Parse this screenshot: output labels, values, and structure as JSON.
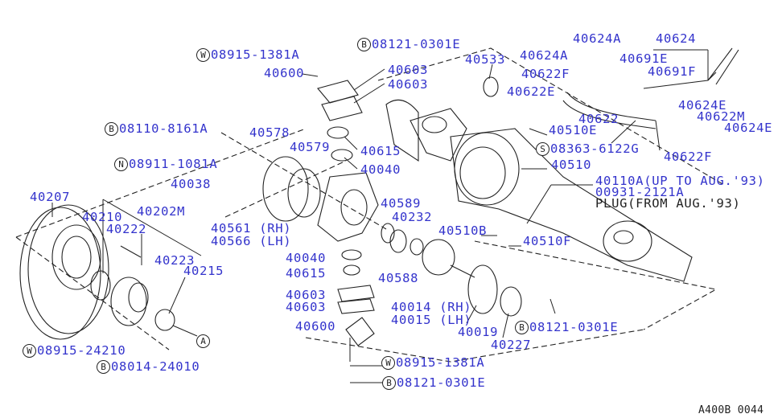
{
  "labels": {
    "w_08915_1381A_top": "08915-1381A",
    "b_08121_0301E_top": "08121-0301E",
    "p40600_top": "40600",
    "p40603_a": "40603",
    "p40603_b": "40603",
    "b_08110_8161A": "08110-8161A",
    "p40578": "40578",
    "p40579": "40579",
    "p40615_top": "40615",
    "p40040_top": "40040",
    "n_08911_1081A": "08911-1081A",
    "p40038": "40038",
    "p40207": "40207",
    "p40210": "40210",
    "p40202M": "40202M",
    "p40222": "40222",
    "p40561": "40561 (RH)",
    "p40566": "40566 (LH)",
    "p40589": "40589",
    "p40232": "40232",
    "p40223": "40223",
    "p40215": "40215",
    "p40040_mid": "40040",
    "p40615_mid": "40615",
    "p40588": "40588",
    "p40603_c": "40603",
    "p40603_d": "40603",
    "p40014": "40014 (RH)",
    "p40015": "40015 (LH)",
    "p40600_bot": "40600",
    "p40019": "40019",
    "b_08121_0301E_mid": "08121-0301E",
    "p40227": "40227",
    "w_08915_24210": "08915-24210",
    "b_08014_24010": "08014-24010",
    "w_08915_1381A_bot": "08915-1381A",
    "b_08121_0301E_bot": "08121-0301E",
    "p40533": "40533",
    "p40624A_a": "40624A",
    "p40624": "40624",
    "p40624A_b": "40624A",
    "p40691E": "40691E",
    "p40691F": "40691F",
    "p40622F_a": "40622F",
    "p40622E": "40622E",
    "p40624E_a": "40624E",
    "p40622M": "40622M",
    "p40624E_b": "40624E",
    "p40622": "40622",
    "p40510E": "40510E",
    "s_08363_6122G": "08363-6122G",
    "p40622F_b": "40622F",
    "p40510": "40510",
    "p40110A": "40110A(UP TO AUG.'93)",
    "p00931": "00931-2121A",
    "plug": "PLUG(FROM AUG.'93)",
    "p40510B": "40510B",
    "p40510F": "40510F",
    "diagram_id": "A400B 0044"
  },
  "markers": {
    "W": "W",
    "B": "B",
    "N": "N",
    "S": "S",
    "A": "A"
  },
  "colors": {
    "label": "#3333cc",
    "line": "#222222"
  }
}
